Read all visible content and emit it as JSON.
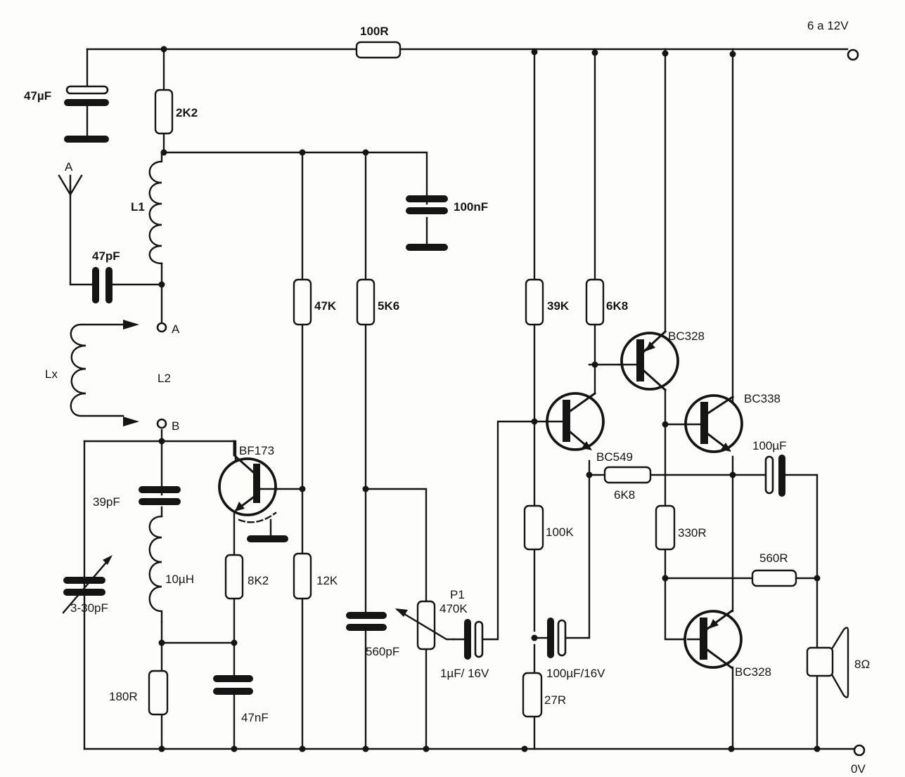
{
  "title": "FM transmitter with audio amplifier schematic",
  "supply": {
    "positive": "6 a 12V",
    "ground": "0V"
  },
  "labels": {
    "r_100R": "100R",
    "r_2K2": "2K2",
    "c_47uF": "47µF",
    "antenna": "A",
    "l1": "L1",
    "c_47pF": "47pF",
    "c_100nF": "100nF",
    "r_47K": "47K",
    "r_5K6": "5K6",
    "r_39K": "39K",
    "r_6K8_top": "6K8",
    "term_a": "A",
    "term_b": "B",
    "lx": "Lx",
    "l2": "L2",
    "q_bf173": "BF173",
    "c_39pF": "39pF",
    "l_10uH": "10µH",
    "c_trim": "3-30pF",
    "r_8K2": "8K2",
    "r_12K": "12K",
    "r_180R": "180R",
    "c_47nF": "47nF",
    "c_560pF": "560pF",
    "p1_name": "P1",
    "p1_value": "470K",
    "c_1uF": "1µF/ 16V",
    "r_100K": "100K",
    "c_100uF16": "100µF/16V",
    "r_27R": "27R",
    "q_bc549": "BC549",
    "r_6K8_fb": "6K8",
    "q_bc328_top": "BC328",
    "q_bc338": "BC338",
    "c_100uF": "100µF",
    "r_330R": "330R",
    "r_560R": "560R",
    "q_bc328_bot": "BC328",
    "speaker": "8Ω"
  },
  "components": [
    {
      "ref": "R",
      "value": "100R"
    },
    {
      "ref": "R",
      "value": "2K2"
    },
    {
      "ref": "C",
      "value": "47µF"
    },
    {
      "ref": "C",
      "value": "47pF"
    },
    {
      "ref": "C",
      "value": "100nF"
    },
    {
      "ref": "L1",
      "value": ""
    },
    {
      "ref": "L2/Lx",
      "value": ""
    },
    {
      "ref": "Q",
      "value": "BF173"
    },
    {
      "ref": "C",
      "value": "39pF"
    },
    {
      "ref": "L",
      "value": "10µH"
    },
    {
      "ref": "CV",
      "value": "3-30pF"
    },
    {
      "ref": "R",
      "value": "8K2"
    },
    {
      "ref": "R",
      "value": "47K"
    },
    {
      "ref": "R",
      "value": "12K"
    },
    {
      "ref": "R",
      "value": "180R"
    },
    {
      "ref": "C",
      "value": "47nF"
    },
    {
      "ref": "R",
      "value": "5K6"
    },
    {
      "ref": "C",
      "value": "560pF"
    },
    {
      "ref": "P1",
      "value": "470K"
    },
    {
      "ref": "C",
      "value": "1µF/16V"
    },
    {
      "ref": "R",
      "value": "39K"
    },
    {
      "ref": "R",
      "value": "100K"
    },
    {
      "ref": "R",
      "value": "27R"
    },
    {
      "ref": "C",
      "value": "100µF/16V"
    },
    {
      "ref": "R",
      "value": "6K8"
    },
    {
      "ref": "Q",
      "value": "BC549"
    },
    {
      "ref": "R",
      "value": "6K8"
    },
    {
      "ref": "Q",
      "value": "BC328"
    },
    {
      "ref": "Q",
      "value": "BC338"
    },
    {
      "ref": "R",
      "value": "330R"
    },
    {
      "ref": "R",
      "value": "560R"
    },
    {
      "ref": "Q",
      "value": "BC328"
    },
    {
      "ref": "C",
      "value": "100µF"
    },
    {
      "ref": "SPK",
      "value": "8Ω"
    }
  ]
}
